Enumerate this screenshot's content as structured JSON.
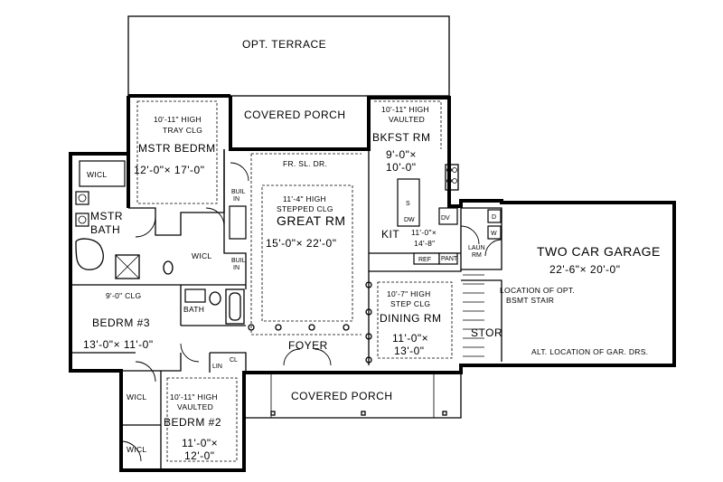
{
  "rooms": {
    "terrace": "OPT. TERRACE",
    "porch_rear": "COVERED PORCH",
    "master_note_1": "10'-11\" HIGH",
    "master_note_2": "TRAY CLG",
    "master_name": "MSTR BEDRM",
    "master_dim": "12'-0\"× 17'-0\"",
    "bkfst_note_1": "10'-11\" HIGH",
    "bkfst_note_2": "VAULTED",
    "bkfst_name": "BKFST RM",
    "bkfst_dim_1": "9'-0\"×",
    "bkfst_dim_2": "10'-0\"",
    "slider": "FR. SL. DR.",
    "wicl_master": "WICL",
    "master_bath_1": "MSTR",
    "master_bath_2": "BATH",
    "built_in_a_1": "BUIL",
    "built_in_a_2": "IN",
    "built_in_b_1": "BUIL",
    "built_in_b_2": "IN",
    "great_note_1": "11'-4\" HIGH",
    "great_note_2": "STEPPED CLG",
    "great_name": "GREAT RM",
    "great_dim": "15'-0\"× 22'-0\"",
    "wicl_center": "WICL",
    "sink": "S",
    "dw": "DW",
    "dv": "DV",
    "kit_name": "KIT",
    "kit_dim_1": "11'-0\"×",
    "kit_dim_2": "14'-8\"",
    "ref": "REF",
    "pant": "PANT",
    "laun_1": "LAUN",
    "laun_2": "RM",
    "dryer": "D",
    "washer": "W",
    "garage_name": "TWO CAR GARAGE",
    "garage_dim": "22'-6\"× 20'-0\"",
    "stair_note_1": "LOCATION OF OPT.",
    "stair_note_2": "BSMT STAIR",
    "stor": "STOR",
    "garage_doors": "ALT. LOCATION OF GAR. DRS.",
    "bed3_note": "9'-0\" CLG",
    "bed3_name": "BEDRM #3",
    "bed3_dim": "13'-0\"× 11'-0\"",
    "bath": "BATH",
    "dining_note_1": "10'-7\" HIGH",
    "dining_note_2": "STEP CLG",
    "dining_name": "DINING RM",
    "dining_dim_1": "11'-0\"×",
    "dining_dim_2": "13'-0\"",
    "foyer": "FOYER",
    "lin": "LIN",
    "cl": "CL",
    "porch_front": "COVERED PORCH",
    "wicl_bed3": "WICL",
    "bed2_note_1": "10'-11\" HIGH",
    "bed2_note_2": "VAULTED",
    "bed2_name": "BEDRM #2",
    "bed2_dim_1": "11'-0\"×",
    "bed2_dim_2": "12'-0\"",
    "wicl_bed2": "WICL"
  }
}
